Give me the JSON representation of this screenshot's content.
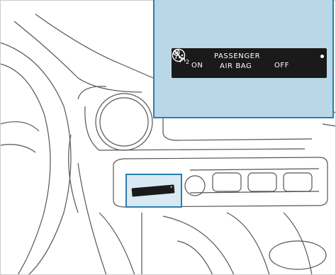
{
  "callout": {
    "on_label": "ON",
    "passenger_label": "PASSENGER",
    "airbag_label": "AIR BAG",
    "off_label": "OFF",
    "off_symbol_subscript": "2"
  },
  "colors": {
    "callout_fill": "#b9d7e6",
    "callout_border": "#2a7fb0",
    "indicator_background": "#1a1a1a",
    "line_art": "#555555"
  },
  "icons": [
    "no-passenger-airbag-icon",
    "child-seat-airbag-off-icon",
    "status-indicator-light"
  ]
}
